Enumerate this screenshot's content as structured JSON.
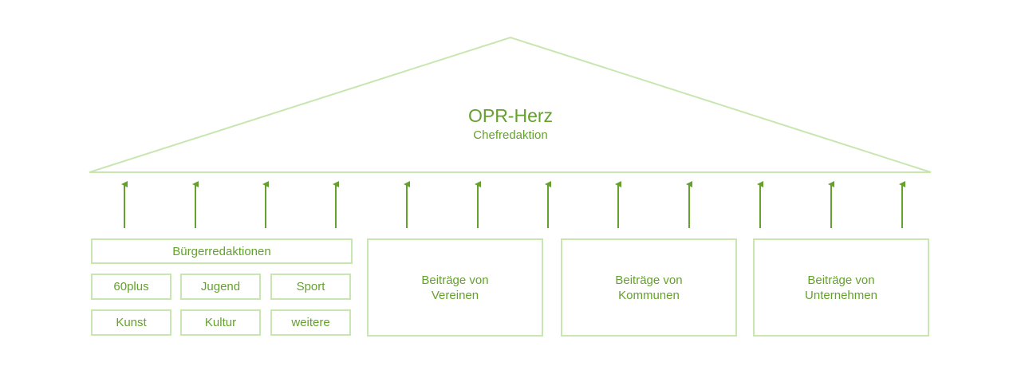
{
  "roof": {
    "title": "OPR-Herz",
    "subtitle": "Chefredaktion"
  },
  "buergerredaktionen": {
    "label": "Bürgerredaktionen",
    "items": [
      "60plus",
      "Jugend",
      "Sport",
      "Kunst",
      "Kultur",
      "weitere"
    ]
  },
  "pillars": [
    {
      "label": "Beiträge von\nVereinen"
    },
    {
      "label": "Beiträge von\nKommunen"
    },
    {
      "label": "Beiträge von\nUnternehmen"
    }
  ],
  "colors": {
    "accent": "#64a12d",
    "border": "#c8e6b0"
  }
}
